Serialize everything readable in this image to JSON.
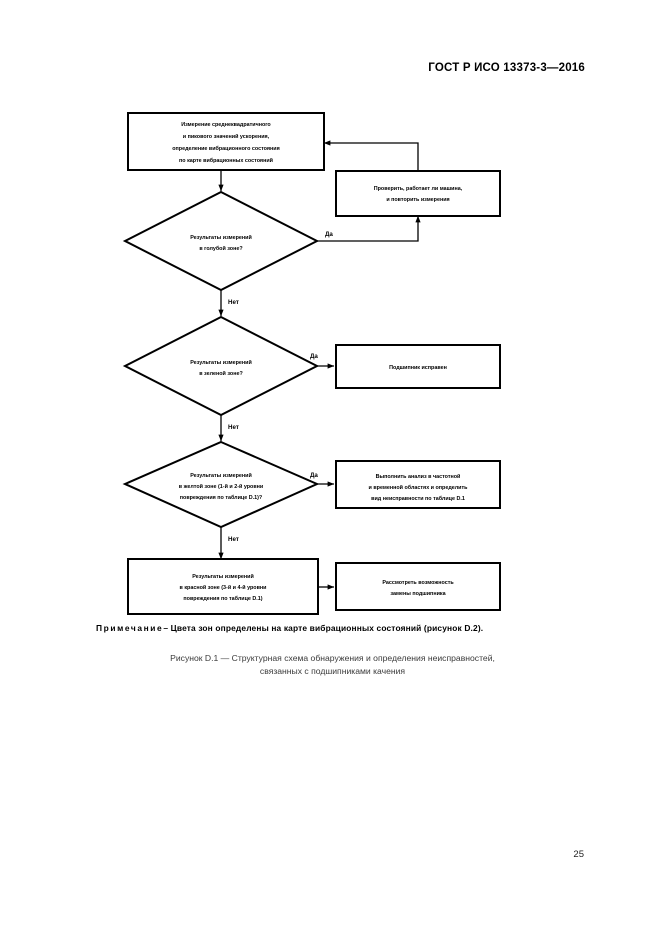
{
  "document": {
    "standard_header": "ГОСТ Р ИСО 13373-3—2016",
    "page_number": "25"
  },
  "figure": {
    "caption_line1": "Рисунок D.1 — Структурная схема обнаружения и определения неисправностей,",
    "caption_line2": "связанных с подшипниками качения",
    "note_label": "Примечание",
    "note_dash": "–",
    "note_text": "Цвета зон определены на карте вибрационных состояний (рисунок D.2).",
    "nodes": {
      "start_box": {
        "line1": "Измерение среднеквадратичного",
        "line2": "и пикового значений ускорения,",
        "line3": "определение вибрационного состояния",
        "line4": "по карте вибрационных состояний"
      },
      "recheck_box": {
        "line1": "Проверить, работает ли машина,",
        "line2": "и повторить измерения"
      },
      "blue_zone_decision": {
        "line1": "Результаты измерений",
        "line2": "в голубой зоне?"
      },
      "green_zone_decision": {
        "line1": "Результаты измерений",
        "line2": "в зеленой зоне?"
      },
      "bearing_ok_box": {
        "line1": "Подшипник исправен"
      },
      "yellow_zone_decision": {
        "line1": "Результаты измерений",
        "line2": "в желтой зоне (1-й и 2-й уровни",
        "line3": "повреждения по таблице D.1)?"
      },
      "analysis_box": {
        "line1": "Выполнить анализ в частотной",
        "line2": "и временной областях и определить",
        "line3": "вид неисправности по таблице D.1"
      },
      "red_zone_box": {
        "line1": "Результаты измерений",
        "line2": "в красной зоне (3-й и 4-й уровни",
        "line3": "повреждения по таблице D.1)"
      },
      "replace_box": {
        "line1": "Рассмотреть возможность",
        "line2": "замены подшипника"
      }
    },
    "edges": {
      "yes_blue": "Да",
      "no_blue": "Нет",
      "yes_green": "Да",
      "no_green": "Нет",
      "yes_yellow": "Да",
      "no_yellow": "Нет"
    },
    "colors": {
      "stroke": "#000000",
      "fill": "#ffffff",
      "text": "#000000"
    }
  }
}
